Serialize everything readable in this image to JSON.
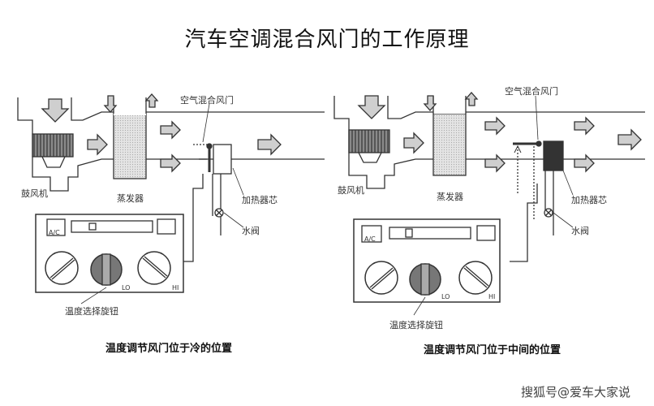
{
  "title": "汽车空调混合风门的工作原理",
  "left": {
    "labels": {
      "blend_door": "空气混合风门",
      "blower": "鼓风机",
      "evaporator": "蒸发器",
      "heater_core": "加热器芯",
      "water_valve": "水阀",
      "temp_knob": "温度选择旋钮"
    },
    "panel": {
      "ac": "A/C",
      "lo": "LO",
      "hi": "HI"
    },
    "caption": "温度调节风门位于冷的位置"
  },
  "right": {
    "labels": {
      "blend_door": "空气混合风门",
      "blower": "鼓风机",
      "evaporator": "蒸发器",
      "heater_core": "加热器芯",
      "water_valve": "水阀",
      "temp_knob": "温度选择旋钮"
    },
    "panel": {
      "ac": "A/C",
      "lo": "LO",
      "hi": "HI"
    },
    "caption": "温度调节风门位于中间的位置"
  },
  "watermark": "搜狐号@爱车大家说"
}
